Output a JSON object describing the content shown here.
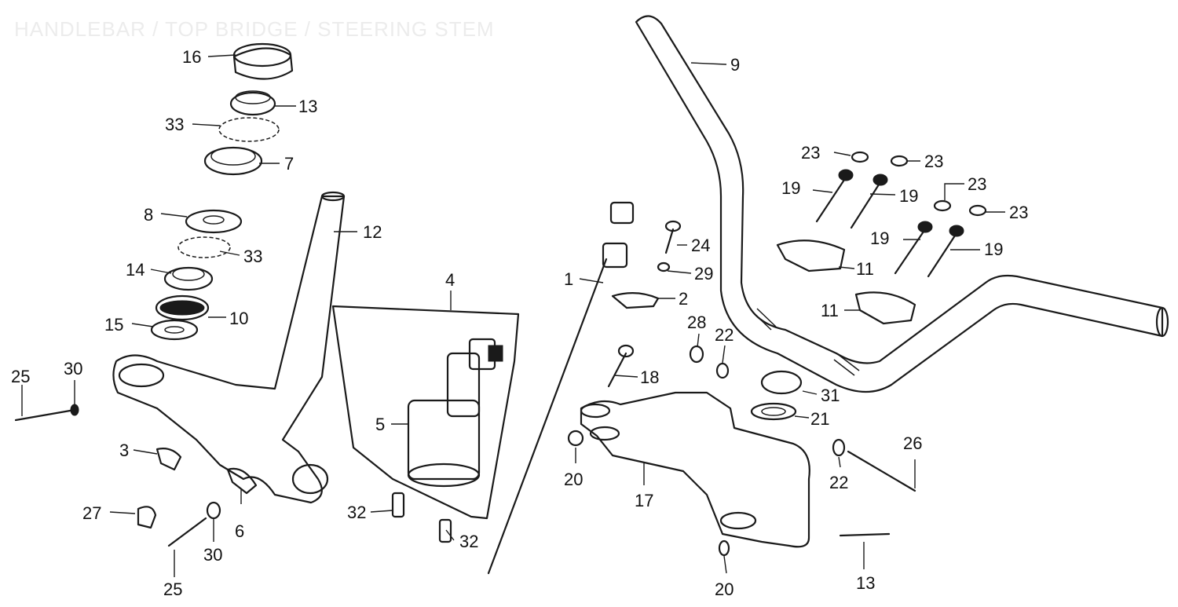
{
  "title": "HANDLEBAR / TOP BRIDGE / STEERING STEM",
  "callouts": [
    {
      "label": "16"
    },
    {
      "label": "13"
    },
    {
      "label": "33"
    },
    {
      "label": "7"
    },
    {
      "label": "8"
    },
    {
      "label": "12"
    },
    {
      "label": "33"
    },
    {
      "label": "14"
    },
    {
      "label": "10"
    },
    {
      "label": "15"
    },
    {
      "label": "25"
    },
    {
      "label": "30"
    },
    {
      "label": "3"
    },
    {
      "label": "27"
    },
    {
      "label": "6"
    },
    {
      "label": "30"
    },
    {
      "label": "25"
    },
    {
      "label": "4"
    },
    {
      "label": "5"
    },
    {
      "label": "32"
    },
    {
      "label": "32"
    },
    {
      "label": "1"
    },
    {
      "label": "2"
    },
    {
      "label": "24"
    },
    {
      "label": "29"
    },
    {
      "label": "28"
    },
    {
      "label": "22"
    },
    {
      "label": "18"
    },
    {
      "label": "9"
    },
    {
      "label": "23"
    },
    {
      "label": "23"
    },
    {
      "label": "23"
    },
    {
      "label": "23"
    },
    {
      "label": "19"
    },
    {
      "label": "19"
    },
    {
      "label": "19"
    },
    {
      "label": "19"
    },
    {
      "label": "11"
    },
    {
      "label": "11"
    },
    {
      "label": "31"
    },
    {
      "label": "21"
    },
    {
      "label": "20"
    },
    {
      "label": "17"
    },
    {
      "label": "22"
    },
    {
      "label": "26"
    },
    {
      "label": "13"
    },
    {
      "label": "20"
    }
  ]
}
